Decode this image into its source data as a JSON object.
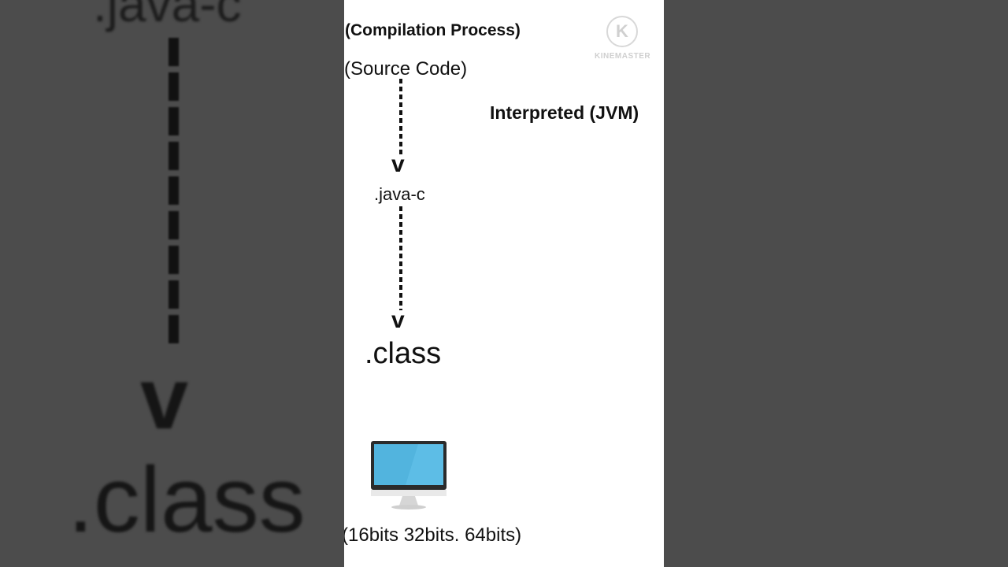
{
  "background": {
    "top_text": ".java-c",
    "class_text": ".class",
    "arrowhead": "v"
  },
  "diagram": {
    "title": "(Compilation Process)",
    "source_code": "(Source Code)",
    "interpreted": "Interpreted (JVM)",
    "java_c": ".java-c",
    "class_label": ".class",
    "arrowhead": "v",
    "bits": "(16bits  32bits. 64bits)",
    "monitor_icon": "computer-monitor-icon"
  },
  "watermark": {
    "letter": "K",
    "text": "KINEMASTER"
  },
  "colors": {
    "frame": "#ffffff",
    "backdrop": "#4a4a4a",
    "screen": "#52b4de",
    "text": "#111111"
  }
}
